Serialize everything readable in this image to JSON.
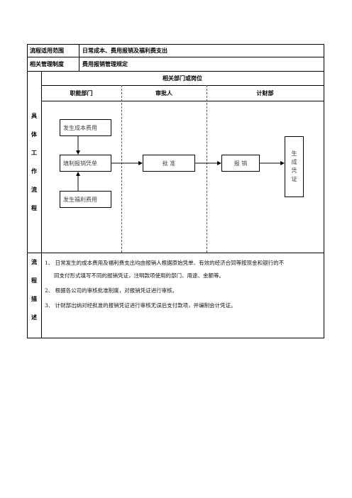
{
  "header": {
    "row1_label": "流程适用范围",
    "row1_value": "日常成本、费用报销及福利费支出",
    "row2_label": "相关管理制度",
    "row2_value": "费用报销管理规定"
  },
  "flow": {
    "dept_header": "相关部门或岗位",
    "columns": [
      "职能部门",
      "审批人",
      "计财部"
    ],
    "side_label": [
      "具",
      "体",
      "工",
      "作",
      "流",
      "程"
    ],
    "boxes": {
      "cost": "发生成本费用",
      "voucher": "填制报销凭单",
      "welfare": "发生福利费用",
      "approve": "批  准",
      "reimburse": "报    销",
      "generate": [
        "生",
        "成",
        "凭",
        "证"
      ]
    }
  },
  "description": {
    "side_label": [
      "流",
      "程",
      "描",
      "述"
    ],
    "items": [
      "1、 日常发生的成本费用及福利费支出均由报销人根据原始凭单、有效的经济合同等按现金和银行的不",
      "同支付形式填写不同的报销凭证，注明款项使用的部门、用途、金额等。",
      "2、 根据各公司的审核批准制度，对报销凭证进行审核。",
      "3、 计财部出纳对经批准的报销凭证进行审核无误后支付款项，并编制会计凭证。"
    ]
  }
}
